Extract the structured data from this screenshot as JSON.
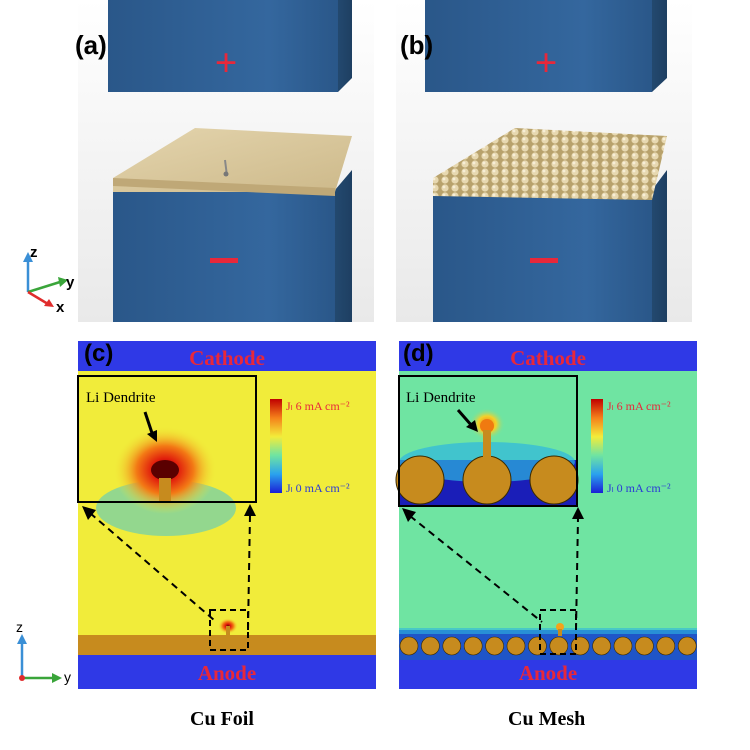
{
  "panels": {
    "a": "(a)",
    "b": "(b)",
    "c": "(c)",
    "d": "(d)"
  },
  "signs": {
    "plus": "+",
    "minus": "−"
  },
  "axes": {
    "z": "z",
    "y": "y",
    "x": "x"
  },
  "sim": {
    "cathode": "Cathode",
    "anode": "Anode",
    "dendrite": "Li Dendrite",
    "legend_max": "Jₗ 6 mA cm⁻²",
    "legend_min": "Jₗ 0 mA cm⁻²"
  },
  "captions": {
    "left": "Cu Foil",
    "right": "Cu Mesh"
  },
  "colors": {
    "electrode_blue": "#2e5f93",
    "field_blue": "#2f39e6",
    "foil_field_yellow": "#f1ec3a",
    "mesh_field_cyan": "#6fe4a2",
    "copper": "#c78b1e",
    "label_red": "#e8283a"
  }
}
